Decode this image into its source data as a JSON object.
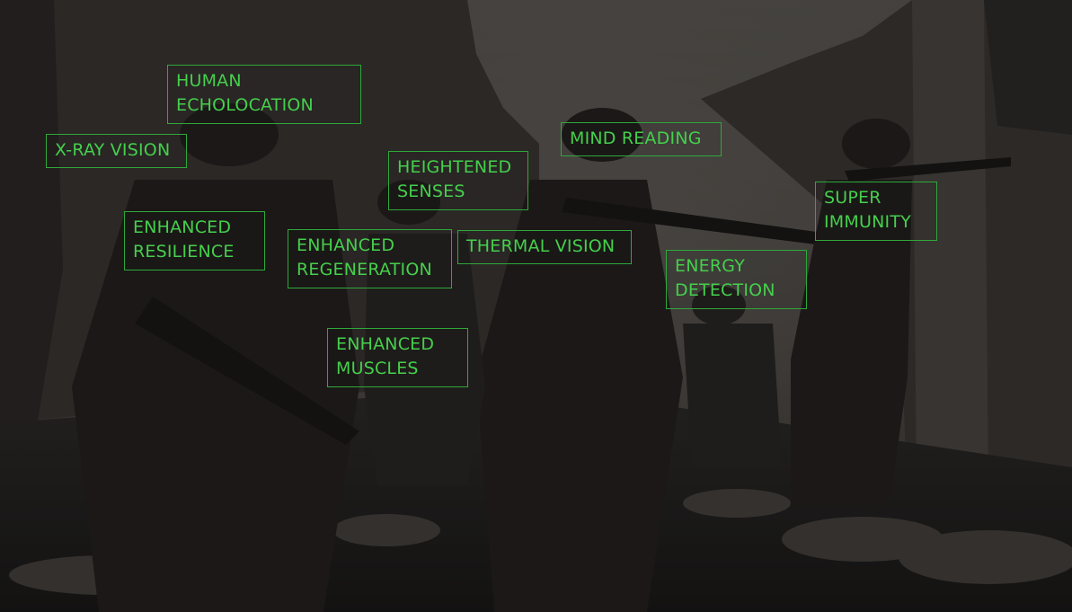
{
  "accent_color": "#45cf4c",
  "border_color": "#2fa83a",
  "labels": {
    "human_echolocation": "HUMAN\nECHOLOCATION",
    "xray_vision": "X-RAY VISION",
    "heightened_senses": "HEIGHTENED\nSENSES",
    "mind_reading": "MIND READING",
    "enhanced_resilience": "ENHANCED\nRESILIENCE",
    "enhanced_regeneration": "ENHANCED\nREGENERATION",
    "thermal_vision": "THERMAL VISION",
    "super_immunity": "SUPER\nIMMUNITY",
    "energy_detection": "ENERGY\nDETECTION",
    "enhanced_muscles": "ENHANCED\nMUSCLES"
  }
}
